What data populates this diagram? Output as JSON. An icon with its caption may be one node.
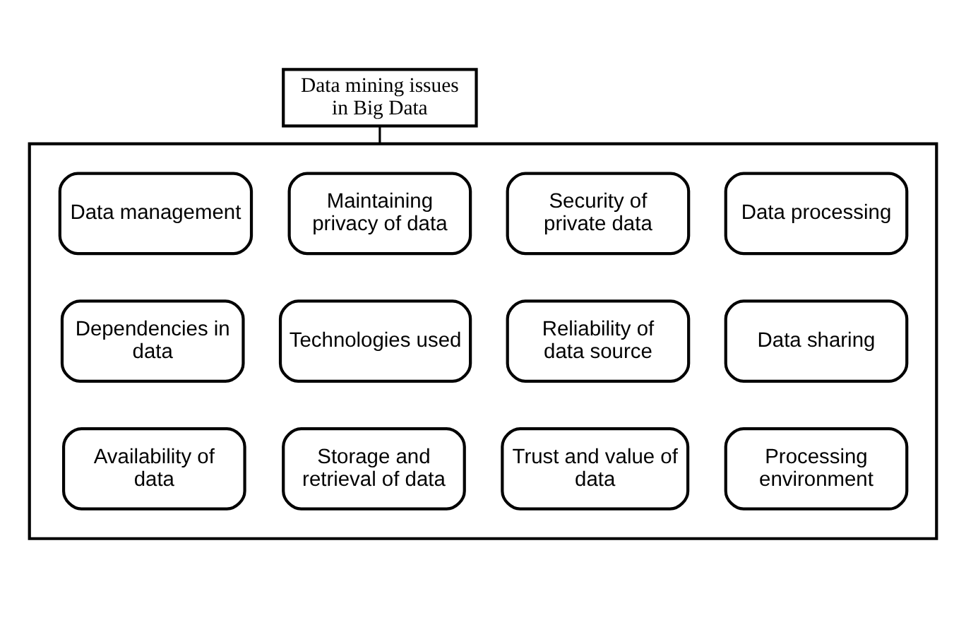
{
  "diagram": {
    "nodes": [
      {
        "text": [
          "Data mining issues in Big Data"
        ]
      },
      {
        "text": [],
        "shape": "box"
      },
      {
        "text": [
          "Data management"
        ],
        "in": 1
      },
      {
        "text": [
          "Maintaining privacy of data"
        ],
        "in": 1
      },
      {
        "text": [
          "Security of private data"
        ],
        "in": 1
      },
      {
        "text": [
          "Data processing"
        ],
        "in": 1
      },
      {
        "text": [
          "Dependencies in data"
        ],
        "in": 1
      },
      {
        "text": [
          "Technologies used"
        ],
        "in": 1
      },
      {
        "text": [
          "Reliability of data source"
        ],
        "in": 1
      },
      {
        "text": [
          "Data sharing"
        ],
        "in": 1
      },
      {
        "text": [
          "Availability of data"
        ],
        "in": 1
      },
      {
        "text": [
          "Storage and retrieval of data"
        ],
        "in": 1
      },
      {
        "text": [
          "Trust and value of data"
        ],
        "in": 1
      },
      {
        "text": [
          "Processing environment"
        ],
        "in": 1
      }
    ],
    "edges": [
      {
        "from": 0,
        "to": 1,
        "arrow": "none"
      }
    ]
  }
}
